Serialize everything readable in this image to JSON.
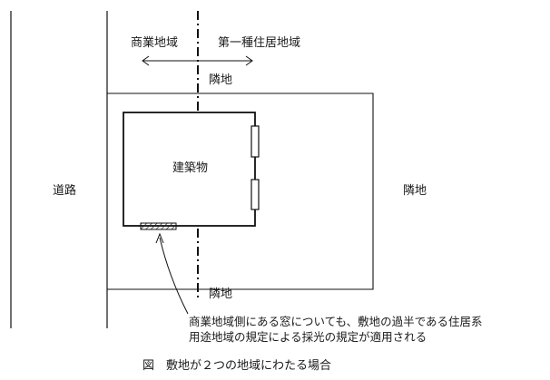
{
  "zone_left": "商業地域",
  "zone_right": "第一種住居地域",
  "neighbor_top": "隣地",
  "road": "道路",
  "building": "建築物",
  "neighbor_right": "隣地",
  "neighbor_bottom": "隣地",
  "note_lines": [
    "商業地域側にある窓についても、敷地の過半である住居系",
    "用途地域の規定による採光の規定が適用される"
  ],
  "caption": "図　敷地が２つの地域にわたる場合",
  "colors": {
    "line": "#111111",
    "background": "#ffffff",
    "hatch": "#222222"
  }
}
